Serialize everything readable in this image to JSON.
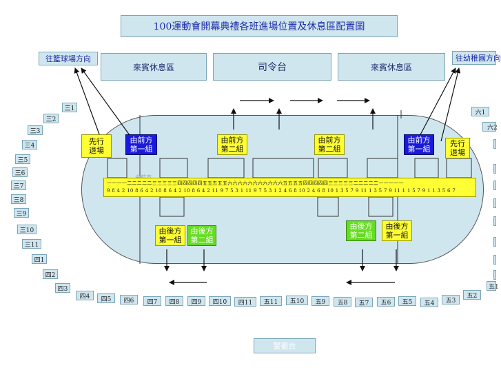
{
  "title": "100運動會開幕典禮各班進場位置及休息區配置圖",
  "left_direction": "往籃球場方向",
  "right_direction": "往幼稚園方向",
  "guest_area_left": "來賓休息區",
  "stage": "司令台",
  "guest_area_right": "來賓休息區",
  "labels": {
    "exit_first_left": "先行\n退場",
    "front_g1_left": "由前方\n第一組",
    "front_g2_a": "由前方\n第二組",
    "front_g2_b": "由前方\n第二組",
    "front_g1_right": "由前方\n第一組",
    "exit_first_right": "先行\n退場",
    "back_g1_left": "由後方\n第一組",
    "back_g2_left": "由後方\n第二組",
    "back_g2_right": "由後方\n第二組",
    "back_g1_right": "由後方\n第一組",
    "faint_text": "由前方"
  },
  "band": {
    "top_row": "一一一一二二二二二三三三三三四四四四四五五五五五六六六六六六六六六六六五五五五四四四四四三三三三三二二二二二一一一一一",
    "bottom_row": "9 8 4 2 10 8 6 4 2 10 8 6 4 2 10 8 6 4 2 11 9 7 5 3 1 11 9 7 5 3 1 2 4 6 8 10 2 4 6 8 10 1 3 5 7 9 11 1 3 5 7 9 11 1 1 5 7 9 1 1 3 5 6 7"
  },
  "left_seats": [
    "三1",
    "三2",
    "三3",
    "三4",
    "三5",
    "三6",
    "三7",
    "三8",
    "三9",
    "三10",
    "三11",
    "四1",
    "四2",
    "四3"
  ],
  "bottom_seats": [
    "四4",
    "四5",
    "四6",
    "四7",
    "四8",
    "四9",
    "四10",
    "四11",
    "五11",
    "五10",
    "五9",
    "五8",
    "五7",
    "五6",
    "五5",
    "五4",
    "五3",
    "五2"
  ],
  "right_seats": [
    "六1",
    "六2",
    "",
    "",
    "",
    "",
    "",
    "",
    "",
    "",
    "五1"
  ],
  "bottom_box": "警衛台"
}
